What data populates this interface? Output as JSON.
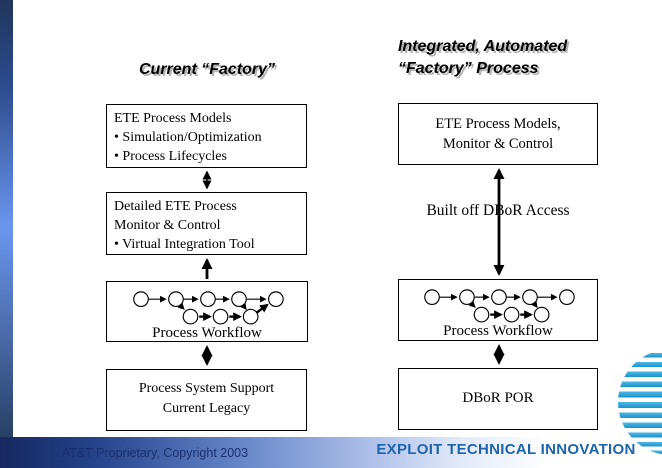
{
  "left": {
    "title": "Current “Factory”",
    "box1": {
      "lines": [
        "ETE Process Models",
        "• Simulation/Optimization",
        "• Process Lifecycles"
      ]
    },
    "box2": {
      "lines": [
        "Detailed ETE Process",
        "Monitor & Control",
        "• Virtual Integration Tool"
      ]
    },
    "workflow_label": "Process Workflow",
    "box3": {
      "lines": [
        "Process System Support",
        "Current Legacy"
      ]
    }
  },
  "right": {
    "title_lines": [
      "Integrated, Automated",
      "“Factory” Process"
    ],
    "box1": {
      "lines": [
        "ETE Process Models,",
        "Monitor & Control"
      ]
    },
    "middle_label": "Built off DBoR Access",
    "workflow_label": "Process Workflow",
    "box3": {
      "lines": [
        "DBoR POR"
      ]
    }
  },
  "footer": {
    "proprietary": "AT&T Proprietary, Copyright 2003",
    "tagline": "EXPLOIT TECHNICAL INNOVATION"
  },
  "logo": {
    "icon": "att-globe-icon"
  },
  "colors": {
    "tagline_blue": "#1d64ad",
    "footer_navy": "#16295f",
    "accent_mid_blue": "#6b96ee",
    "globe_blue": "#2aa0d8",
    "title_shadow": "#b3b3b3"
  }
}
